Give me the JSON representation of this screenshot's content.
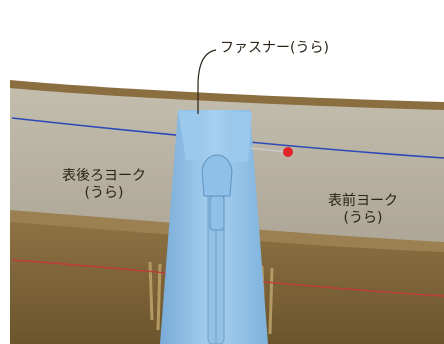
{
  "labels": {
    "zipper": "ファスナー(うら)",
    "back_yoke_line1": "表後ろヨーク",
    "back_yoke_line2": "(うら)",
    "front_yoke_line1": "表前ヨーク",
    "front_yoke_line2": "(うら)"
  },
  "colors": {
    "background": "#ffffff",
    "fabric_facing": "#b9b3a3",
    "fabric_body": "#8a6e40",
    "zipper_tape": "#8ec0e6",
    "stitch_blue": "#2c49b8",
    "stitch_red": "#c23a3a",
    "pin_head": "#e0242a"
  },
  "icons": [
    "pin-icon"
  ]
}
